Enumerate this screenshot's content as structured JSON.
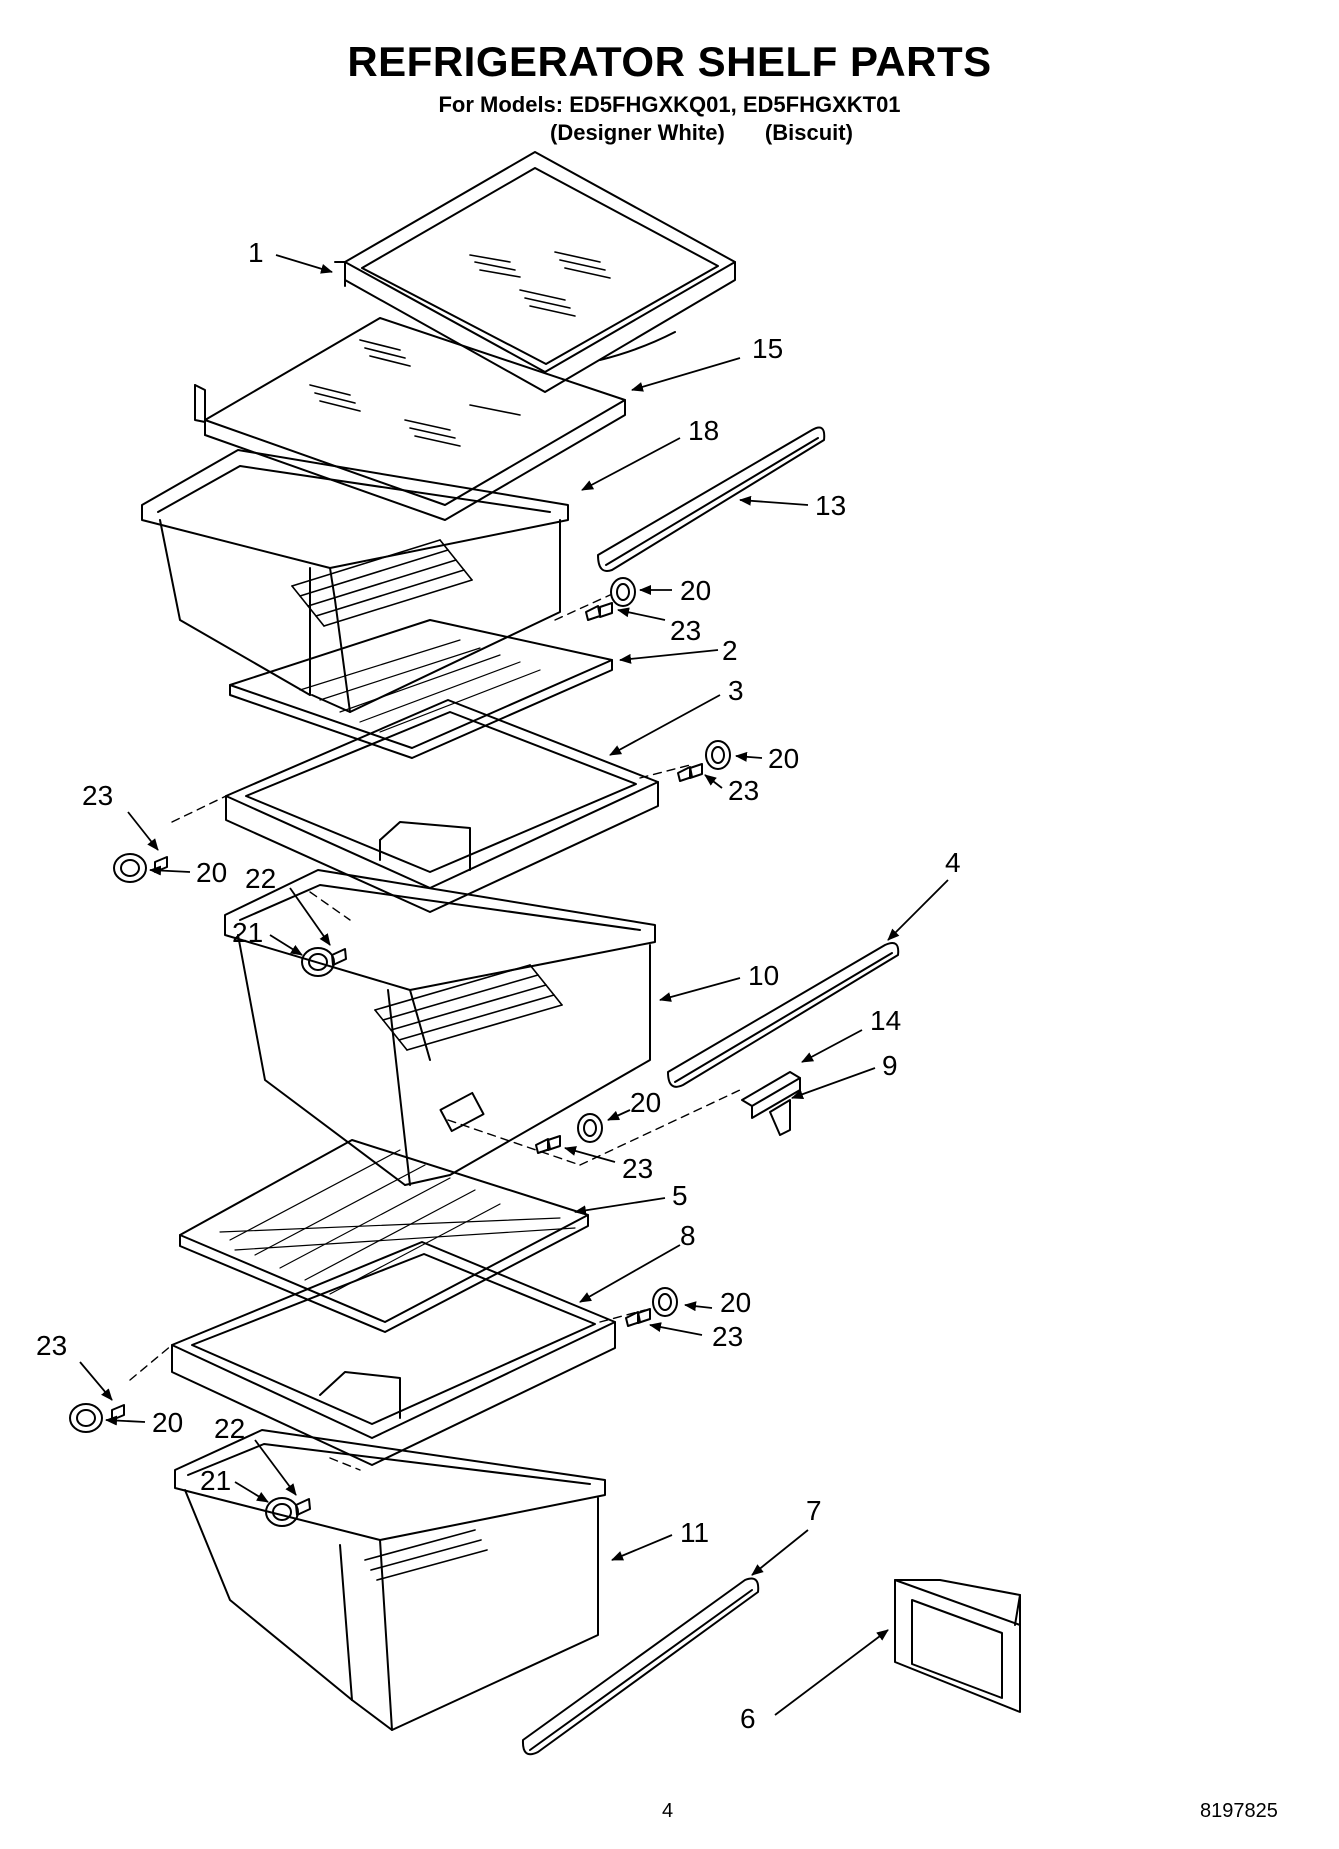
{
  "header": {
    "title": "REFRIGERATOR SHELF PARTS",
    "models_line": "For Models: ED5FHGXKQ01, ED5FHGXKT01",
    "variant_1": "(Designer White)",
    "variant_2": "(Biscuit)"
  },
  "callouts": {
    "c1": "1",
    "c15": "15",
    "c18": "18",
    "c13": "13",
    "c20a": "20",
    "c23a": "23",
    "c2": "2",
    "c3": "3",
    "c20b": "20",
    "c23b": "23",
    "c23c": "23",
    "c20c": "20",
    "c22a": "22",
    "c21a": "21",
    "c4": "4",
    "c10": "10",
    "c14": "14",
    "c9": "9",
    "c20d": "20",
    "c23d": "23",
    "c5": "5",
    "c8": "8",
    "c20e": "20",
    "c23e": "23",
    "c23f": "23",
    "c20f": "20",
    "c22b": "22",
    "c21b": "21",
    "c11": "11",
    "c7": "7",
    "c6": "6"
  },
  "footer": {
    "page_number": "4",
    "document_number": "8197825"
  }
}
